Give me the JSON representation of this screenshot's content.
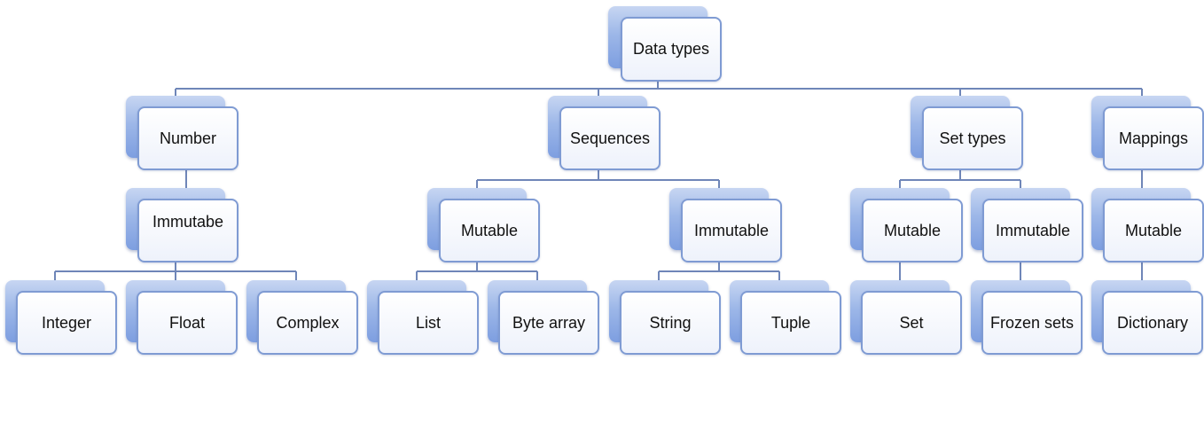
{
  "diagram": {
    "root": "Data types",
    "categories": {
      "number": "Number",
      "sequences": "Sequences",
      "set_types": "Set types",
      "mappings": "Mappings"
    },
    "subcategories": {
      "number_immutable": "Immutabe",
      "sequences_mutable": "Mutable",
      "sequences_immutable": "Immutable",
      "set_mutable": "Mutable",
      "set_immutable": "Immutable",
      "mappings_mutable": "Mutable"
    },
    "leaves": {
      "integer": "Integer",
      "float": "Float",
      "complex": "Complex",
      "list": "List",
      "byte_array": "Byte array",
      "string": "String",
      "tuple": "Tuple",
      "set": "Set",
      "frozen_sets": "Frozen sets",
      "dictionary": "Dictionary"
    }
  }
}
